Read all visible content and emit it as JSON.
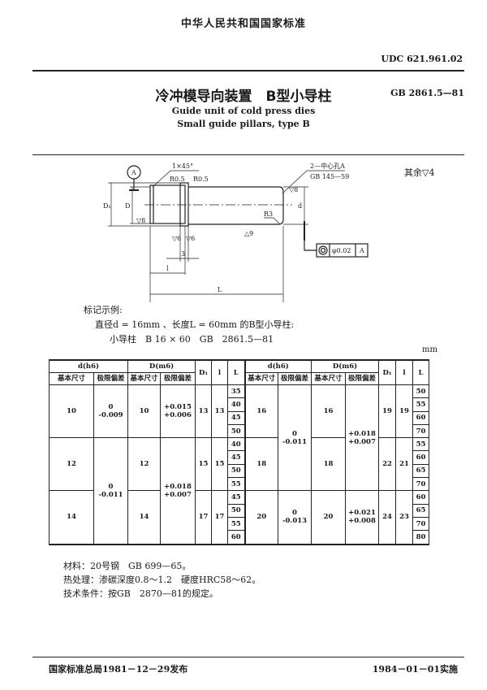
{
  "header": {
    "org_title": "中华人民共和国国家标准",
    "udc": "UDC 621.961.02",
    "title_cn": "冷冲模导向装置　B型小导柱",
    "standard_no": "GB 2861.5—81",
    "title_en_1": "Guide unit of cold press dies",
    "title_en_2": "Small guide pillars, type B"
  },
  "drawing": {
    "surface_rest": "其余▽4",
    "datum": "A",
    "chamfer": "1×45°",
    "radius_1": "R0.5",
    "radius_2": "R0.5",
    "center_hole": "2—中心孔A",
    "center_hole_std": "GB 145—59",
    "dim_D1": "D₁",
    "dim_D": "D",
    "dim_d": "d",
    "dim_l": "l",
    "dim_L": "L",
    "dim_3": "3",
    "radius_end": "R3",
    "finish_8": "▽8",
    "finish_9": "△9",
    "finish_6a": "▽6",
    "finish_6b": "▽6",
    "finish_8b": "▽8",
    "tolerance_value": "φ0.02",
    "tolerance_datum": "A"
  },
  "example": {
    "label": "标记示例:",
    "line1": "直径d = 16mm 、长度L = 60mm 的B型小导柱:",
    "line2": "小导柱　B 16 × 60　GB　2861.5—81"
  },
  "table": {
    "unit": "mm",
    "headers": {
      "d_h6": "d(h6)",
      "D_m6": "D(m6)",
      "D1": "D₁",
      "l": "l",
      "L": "L",
      "basic": "基本尺寸",
      "deviation": "极限偏差"
    },
    "left": {
      "groups": [
        {
          "d": "10",
          "D": "10",
          "D1": "13",
          "l": "13",
          "L": [
            "35",
            "40",
            "45",
            "50"
          ]
        },
        {
          "d": "12",
          "D": "12",
          "D1": "15",
          "l": "15",
          "L": [
            "40",
            "45",
            "50",
            "55"
          ]
        },
        {
          "d": "14",
          "D": "14",
          "D1": "17",
          "l": "17",
          "L": [
            "45",
            "50",
            "55",
            "60"
          ]
        }
      ],
      "d_dev_1": [
        "0",
        "-0.009"
      ],
      "d_dev_23": [
        "0",
        "-0.011"
      ],
      "D_dev_1": [
        "+0.015",
        "+0.006"
      ],
      "D_dev_23": [
        "+0.018",
        "+0.007"
      ]
    },
    "right": {
      "groups": [
        {
          "d": "16",
          "D": "16",
          "D1": "19",
          "l": "19",
          "L": [
            "50",
            "55",
            "60",
            "70"
          ]
        },
        {
          "d": "18",
          "D": "18",
          "D1": "22",
          "l": "21",
          "L": [
            "55",
            "60",
            "65",
            "70"
          ]
        },
        {
          "d": "20",
          "D": "20",
          "D1": "24",
          "l": "23",
          "L": [
            "60",
            "65",
            "70",
            "80"
          ]
        }
      ],
      "d_dev_12": [
        "0",
        "-0.011"
      ],
      "d_dev_3": [
        "0",
        "-0.013"
      ],
      "D_dev_12": [
        "+0.018",
        "+0.007"
      ],
      "D_dev_3": [
        "+0.021",
        "+0.008"
      ]
    }
  },
  "notes": {
    "material": "材料：20号钢　GB 699—65。",
    "heat_treatment": "热处理：渗碳深度0.8～1.2　硬度HRC58～62。",
    "technical": "技术条件：按GB　2870—81的规定。"
  },
  "footer": {
    "issued": "国家标准总局1981－12－29发布",
    "effective": "1984－01－01实施"
  }
}
